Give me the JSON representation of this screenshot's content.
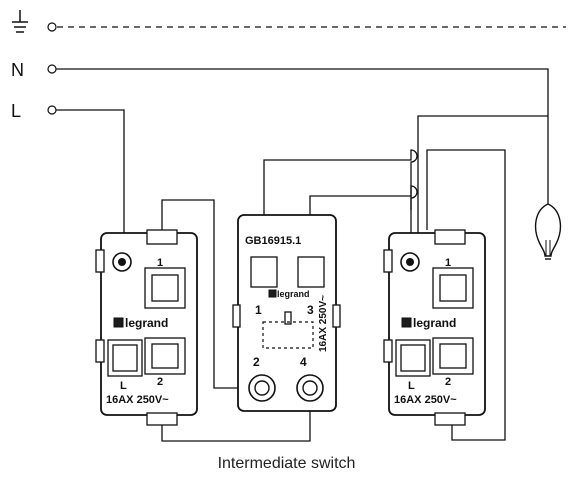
{
  "terminals": {
    "earth_label": "⏚",
    "neutral_label": "N",
    "line_label": "L"
  },
  "left_switch": {
    "brand": "legrand",
    "terminal_top": "1",
    "terminal_bottom_left": "L",
    "terminal_bottom_right": "2",
    "rating": "16AX 250V~"
  },
  "middle_switch": {
    "model": "GB16915.1",
    "brand": "legrand",
    "terminal_1": "1",
    "terminal_2": "2",
    "terminal_3": "3",
    "terminal_4": "4",
    "rating": "16AX 250V~"
  },
  "right_switch": {
    "brand": "legrand",
    "terminal_top": "1",
    "terminal_bottom_left": "L",
    "terminal_bottom_right": "2",
    "rating": "16AX 250V~"
  },
  "caption": "Intermediate switch"
}
